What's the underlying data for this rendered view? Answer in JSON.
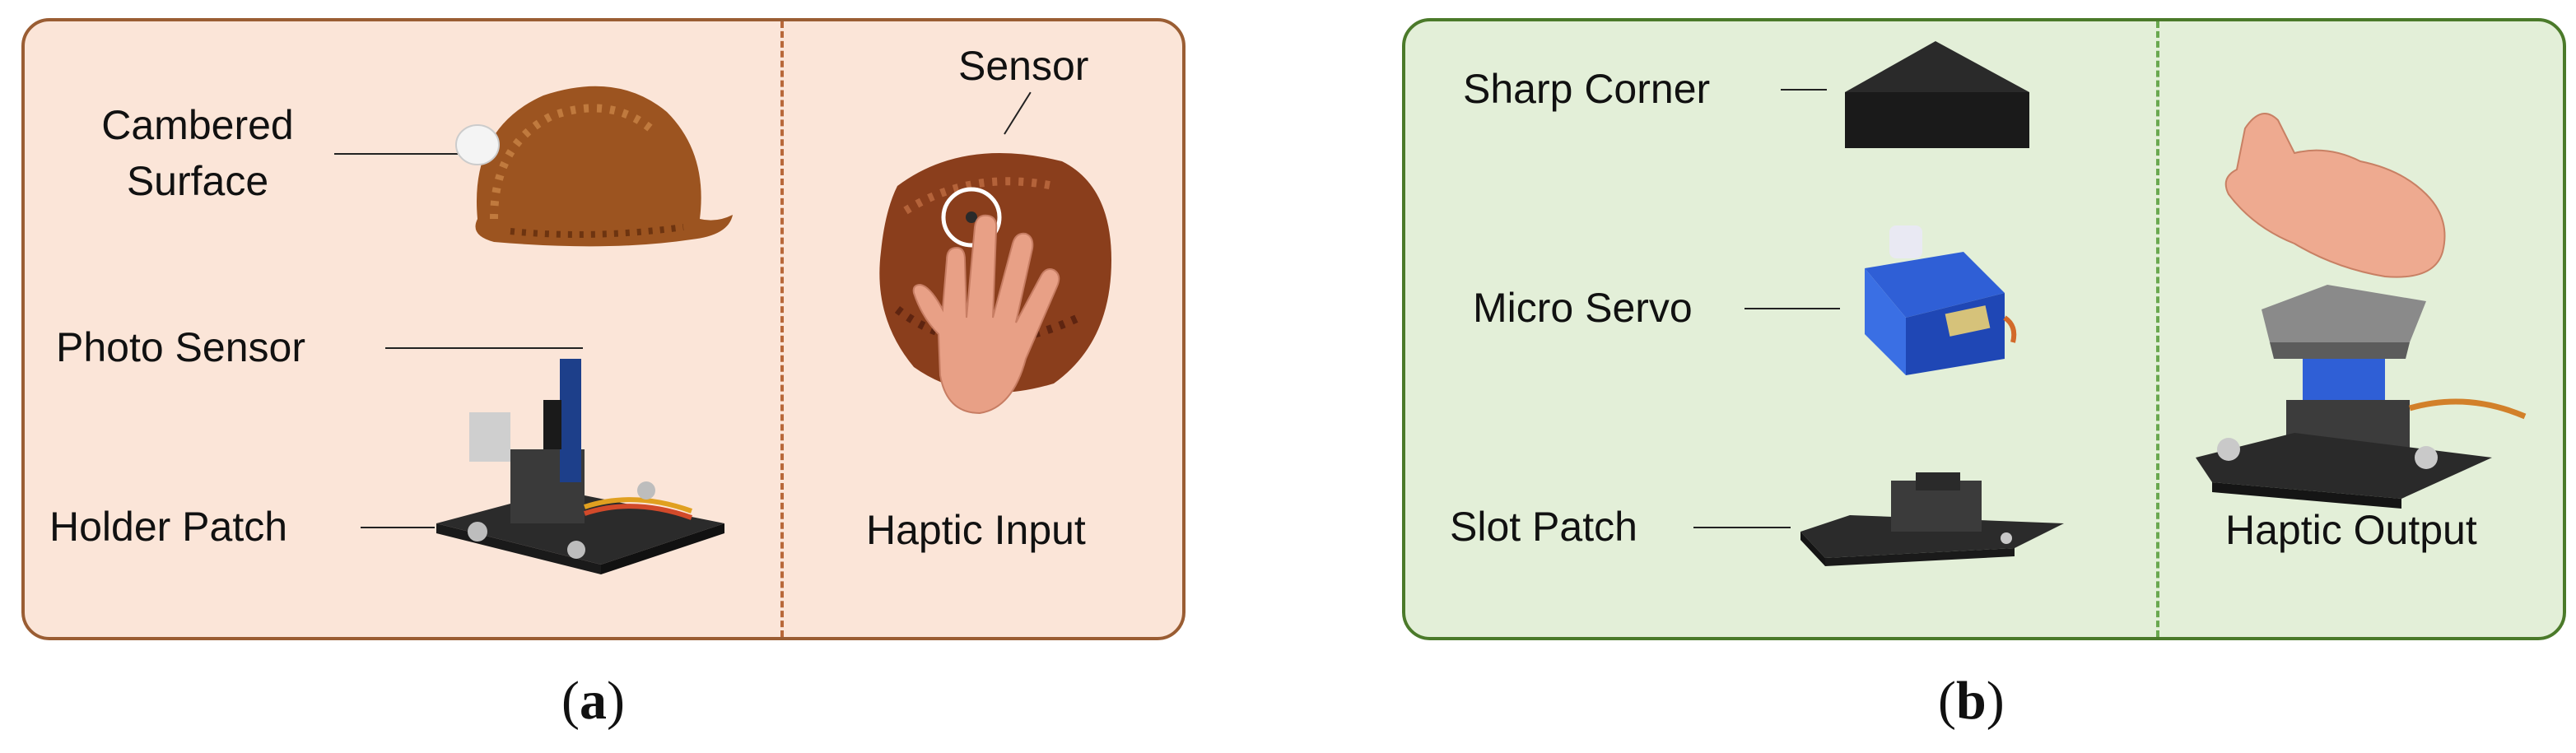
{
  "panel_a": {
    "labels": {
      "cambered_surface_line1": "Cambered",
      "cambered_surface_line2": "Surface",
      "photo_sensor": "Photo Sensor",
      "holder_patch": "Holder Patch",
      "sensor": "Sensor",
      "haptic_input": "Haptic Input"
    },
    "caption_letter": "a",
    "colors": {
      "fill": "#fbe5d8",
      "border": "#9a5d33",
      "divider": "#b8683a"
    }
  },
  "panel_b": {
    "labels": {
      "sharp_corner": "Sharp Corner",
      "micro_servo": "Micro Servo",
      "slot_patch": "Slot Patch",
      "haptic_output": "Haptic Output"
    },
    "caption_letter": "b",
    "colors": {
      "fill": "#e3efd8",
      "border": "#4b7a2a",
      "divider": "#6aa84f"
    }
  },
  "caption_open": "(",
  "caption_close": ")"
}
